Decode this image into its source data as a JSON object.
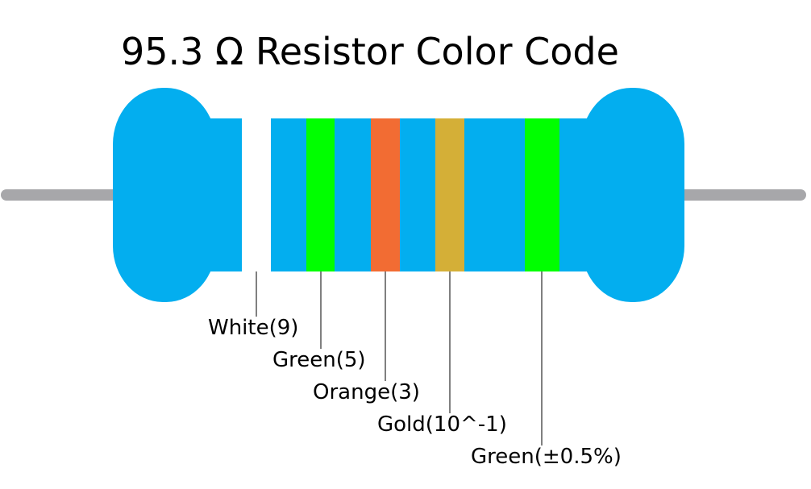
{
  "title": "95.3 Ω Resistor Color Code",
  "colors": {
    "body": "#03aeef",
    "lead": "#a7a7aa",
    "background": "#ffffff"
  },
  "bands": [
    {
      "name": "White",
      "label": "White(9)",
      "color": "#ffffff"
    },
    {
      "name": "Green",
      "label": "Green(5)",
      "color": "#00ff00"
    },
    {
      "name": "Orange",
      "label": "Orange(3)",
      "color": "#f26c33"
    },
    {
      "name": "Gold",
      "label": "Gold(10^-1)",
      "color": "#d4af37"
    },
    {
      "name": "Green",
      "label": "Green(±0.5%)",
      "color": "#00ff00"
    }
  ]
}
